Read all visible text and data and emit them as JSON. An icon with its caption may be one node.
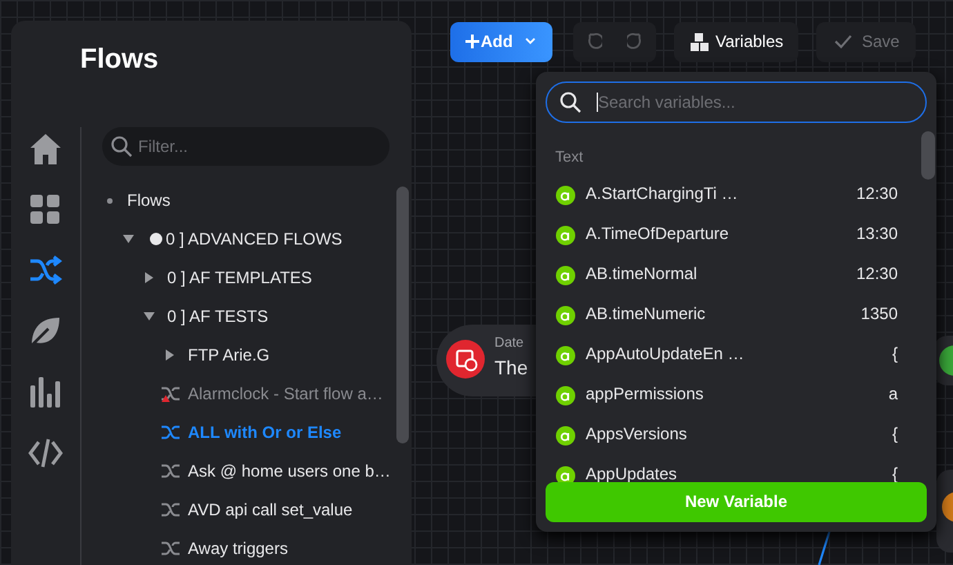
{
  "diagram": {
    "title": "Flows",
    "labels": [
      "Filter...",
      "Flows",
      "0 ] ADVANCED FLOWS",
      "0 ] AF TEMPLATES",
      "0 ] AF TESTS",
      "FTP Arie.G",
      "Alarmclock - Start flow a…",
      "ALL with Or or Else",
      "Ask @ home users one b…",
      "AVD api call set_value",
      "Away triggers",
      "Add",
      "Variables",
      "Save",
      "Date",
      "The",
      "Search variables...",
      "Text",
      "A.StartChargingTi …",
      "12:30",
      "A.TimeOfDeparture",
      "13:30",
      "AB.timeNormal",
      "12:30",
      "AB.timeNumeric",
      "1350",
      "AppAutoUpdateEn …",
      "{",
      "appPermissions",
      "a",
      "AppsVersions",
      "{",
      "AppUpdates",
      "{",
      "New Variable"
    ]
  }
}
